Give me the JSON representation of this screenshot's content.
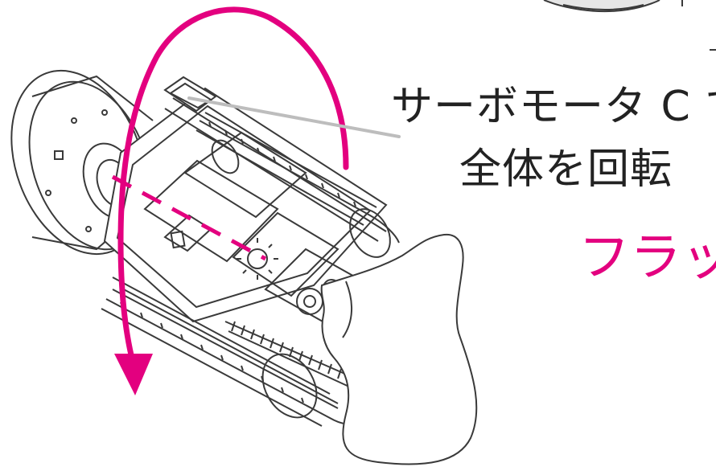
{
  "callout": {
    "line1": "サーボモータ C で",
    "line2": "全体を回転"
  },
  "magenta_label": "フラッ",
  "colors": {
    "accent": "#e3007f",
    "line": "#3a3a3a",
    "leader": "#bdbdbd",
    "background": "#ffffff"
  }
}
